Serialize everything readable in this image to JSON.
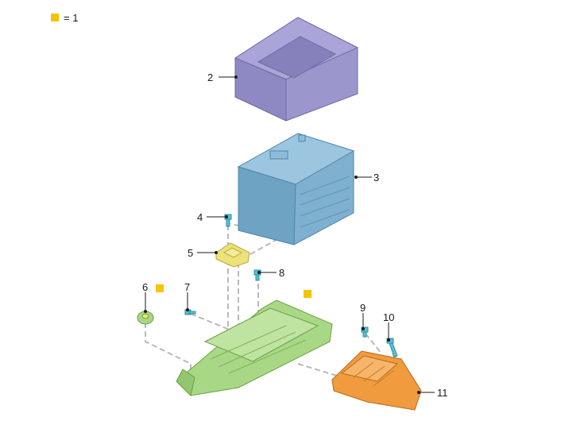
{
  "legend": {
    "marker_color": "#f5c400",
    "text": "= 1"
  },
  "callouts": {
    "c2": "2",
    "c3": "3",
    "c4": "4",
    "c5": "5",
    "c6": "6",
    "c7": "7",
    "c8": "8",
    "c9": "9",
    "c10": "10",
    "c11": "11"
  },
  "colors": {
    "cover": "#9b96cc",
    "battery": "#7fb0cf",
    "clamp": "#ede27a",
    "screw": "#55c0d3",
    "tray": "#a8d885",
    "bracket": "#ef9b3e",
    "marker": "#f5c400"
  }
}
